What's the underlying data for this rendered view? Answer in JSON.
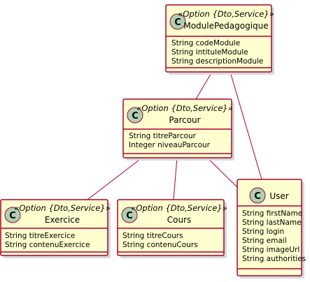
{
  "classes": {
    "module": {
      "badge": "C",
      "stereotype": "«Option {Dto,Service}»",
      "name": "ModulePedagogique",
      "attributes": [
        "String codeModule",
        "String intituleModule",
        "String descriptionModule"
      ]
    },
    "parcour": {
      "badge": "C",
      "stereotype": "«Option {Dto,Service}»",
      "name": "Parcour",
      "attributes": [
        "String titreParcour",
        "Integer niveauParcour"
      ]
    },
    "exercice": {
      "badge": "C",
      "stereotype": "«Option {Dto,Service}»",
      "name": "Exercice",
      "attributes": [
        "String titreExercice",
        "String contenuExercice"
      ]
    },
    "cours": {
      "badge": "C",
      "stereotype": "«Option {Dto,Service}»",
      "name": "Cours",
      "attributes": [
        "String titreCours",
        "String contenuCours"
      ]
    },
    "user": {
      "badge": "C",
      "stereotype": "",
      "name": "User",
      "attributes": [
        "String firstName",
        "String lastName",
        "String login",
        "String email",
        "String imageUrl",
        "String authorities"
      ]
    }
  },
  "colors": {
    "box_fill": "#fefece",
    "border": "#a80036",
    "badge_fill": "#add1b2"
  }
}
